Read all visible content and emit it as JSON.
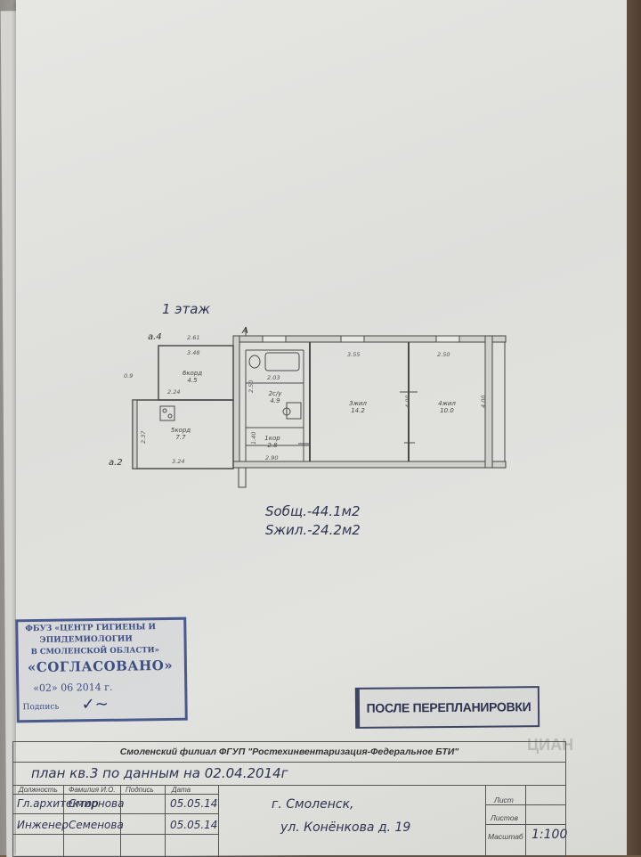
{
  "floor_plan": {
    "floor_label": "1 этаж",
    "axis_marks": [
      "а.4",
      "а.2",
      "А"
    ],
    "rooms": [
      {
        "num": "6",
        "name": "корд",
        "area": "4.5"
      },
      {
        "num": "5",
        "name": "корд",
        "area": "7.7"
      },
      {
        "num": "2",
        "name": "с/у",
        "area": "4.9"
      },
      {
        "num": "1",
        "name": "кор",
        "area": "2.8"
      },
      {
        "num": "3",
        "name": "жил",
        "area": "14.2"
      },
      {
        "num": "4",
        "name": "жил",
        "area": "10.0"
      }
    ],
    "dimensions": [
      "2.61",
      "3.48",
      "2.50",
      "2.03",
      "3.55",
      "2.50",
      "4.00",
      "4.00",
      "2.37",
      "3.24",
      "1.40",
      "2.90",
      "2.24",
      "0.9"
    ],
    "area_total": "Sобщ.-44.1м2",
    "area_living": "Sжил.-24.2м2"
  },
  "stamp_approval": {
    "line1": "ФБУЗ «ЦЕНТР ГИГИЕНЫ И",
    "line2": "ЭПИДЕМИОЛОГИИ",
    "line3": "В СМОЛЕНСКОЙ ОБЛАСТИ»",
    "status": "«СОГЛАСОВАНО»",
    "date": "«02» 06 2014 г.",
    "sign_label": "Подпись"
  },
  "stamp_after": "ПОСЛЕ ПЕРЕПЛАНИРОВКИ",
  "title_block": {
    "header": "Смоленский филиал ФГУП \"Ростехинвентаризация-Федеральное БТИ\"",
    "plan_text": "план кв.3 по данным на 02.04.2014г",
    "col_labels": [
      "Должность",
      "Фамилия И.О.",
      "Подпись",
      "Дата"
    ],
    "row1": {
      "role": "Гл.архитектор",
      "name": "Смирнова",
      "date": "05.05.14"
    },
    "row2": {
      "role": "Инженер",
      "name": "Семенова",
      "date": "05.05.14"
    },
    "address_city": "г. Смоленск,",
    "address_street": "ул. Конёнкова д. 19",
    "right_labels": [
      "Лист",
      "Листов",
      "Масштаб"
    ],
    "scale": "1:100"
  },
  "watermark": "ЦИАН"
}
